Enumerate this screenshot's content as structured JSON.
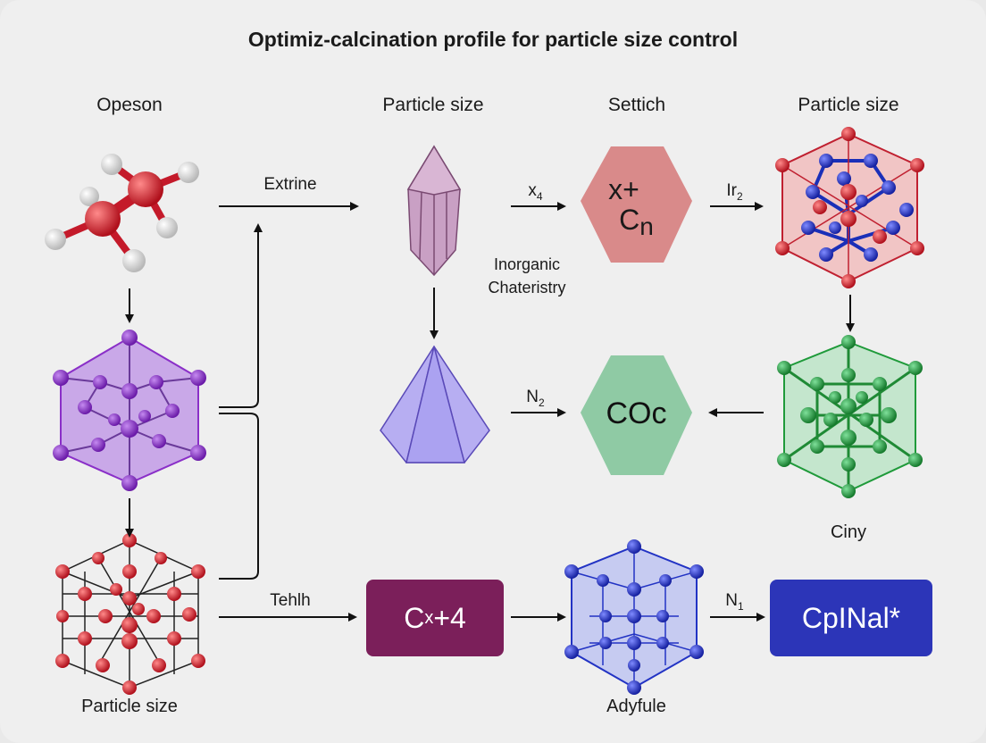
{
  "title": "Optimiz-calcination profile for particle size control",
  "columns": {
    "col1": "Opeson",
    "col2": "Particle size",
    "col3": "Settich",
    "col4": "Particle size"
  },
  "bottom_labels": {
    "left": "Particle size",
    "middle": "Adyfule",
    "right_side": "Ciny"
  },
  "side_note": {
    "line1": "Inorganic",
    "line2": "Chateristry"
  },
  "arrow_labels": {
    "extrine": "Extrine",
    "x4": {
      "base": "x",
      "sub": "4"
    },
    "ir2": {
      "base": "Ir",
      "sub": "2"
    },
    "n2": {
      "base": "N",
      "sub": "2"
    },
    "tehlh": "Tehlh",
    "n1": {
      "base": "N",
      "sub": "1"
    }
  },
  "nodes": {
    "hex_top": {
      "line1": "x+",
      "line2_base": "C",
      "line2_sub": "n",
      "color": "#d98a8a"
    },
    "hex_mid": {
      "label": "COc",
      "color": "#8fcaa4"
    },
    "box_purple": {
      "base": "C",
      "sub": "x",
      "rest": "+4",
      "color": "#7b1f5a"
    },
    "box_blue": {
      "label": "CpINal*",
      "color": "#2c35b8"
    }
  },
  "colors": {
    "red_atom": "#d0202e",
    "purple_atom": "#8a2fc8",
    "blue_atom": "#2233c4",
    "green_atom": "#1f9a3a",
    "white_atom": "#f2f2f2"
  }
}
